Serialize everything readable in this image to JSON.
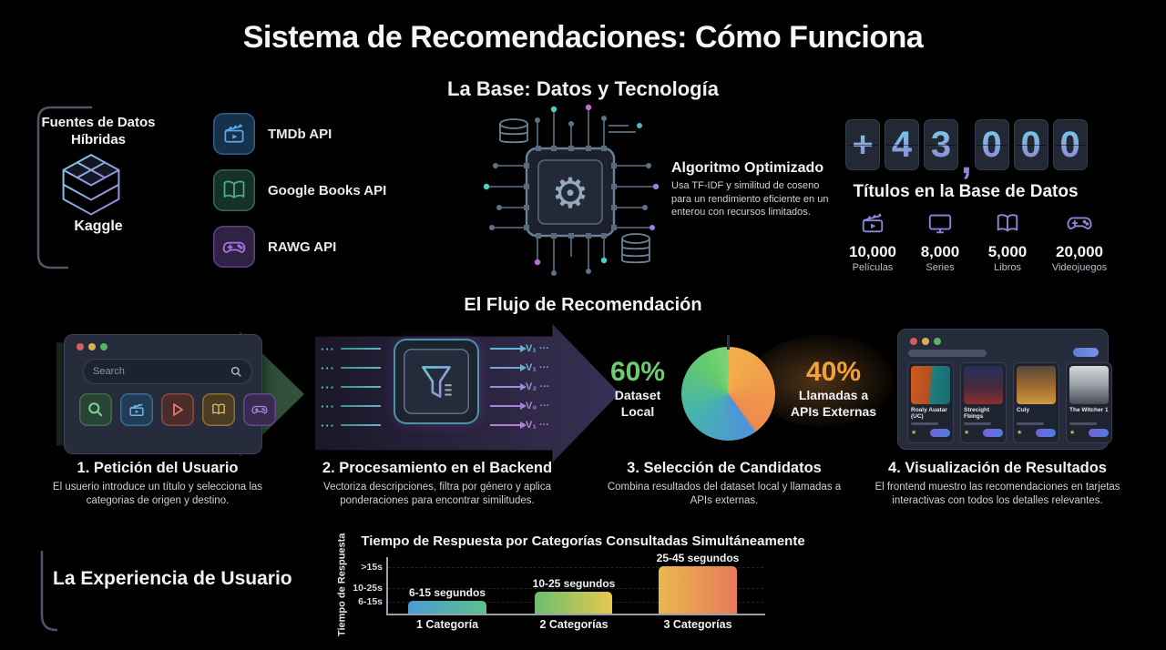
{
  "palette": {
    "background": "#010101",
    "accent_green": "#6ecb72",
    "accent_orange": "#f2a13c",
    "accent_teal": "#4dd0c4",
    "accent_purple": "#9b7fe0",
    "accent_blue": "#5aa7e8",
    "tile_background": "#262b3a"
  },
  "header": {
    "title": "Sistema de Recomendaciones: Cómo Funciona"
  },
  "base": {
    "heading": "La Base: Datos y Tecnología",
    "sources": {
      "title": "Fuentes de Datos Híbridas",
      "dataset_label": "Kaggle",
      "apis": [
        {
          "label": "TMDb API"
        },
        {
          "label": "Google Books API"
        },
        {
          "label": "RAWG API"
        }
      ]
    },
    "algorithm": {
      "title": "Algoritmo Optimizado",
      "description": "Usa TF-IDF y similitud de coseno para un rendimiento eficiente en un enterou con recursos limitados."
    },
    "counter": {
      "value": "+43,000",
      "digits": [
        "+",
        "4",
        "3",
        "0",
        "0",
        "0"
      ],
      "comma": ",",
      "caption": "Títulos en la Base de Datos",
      "stats": [
        {
          "value": "10,000",
          "label": "Películas",
          "icon": "clapperboard-icon"
        },
        {
          "value": "8,000",
          "label": "Series",
          "icon": "tv-icon"
        },
        {
          "value": "5,000",
          "label": "Libros",
          "icon": "book-icon"
        },
        {
          "value": "20,000",
          "label": "Videojuegos",
          "icon": "gamepad-icon"
        }
      ]
    }
  },
  "flow": {
    "heading": "El Flujo de Recomendación",
    "steps": [
      {
        "title": "1. Petición del Usuario",
        "description": "El usuerio introduce un título y selecciona las categorias de origen y destino."
      },
      {
        "title": "2. Procesamiento en el Backend",
        "description": "Vectoriza descripciones, filtra por género y aplica ponderaciones para encontrar similitudes."
      },
      {
        "title": "3. Selección de Candidatos",
        "description": "Combina resultados del dataset local y llamadas a APIs externas."
      },
      {
        "title": "4. Visualización de Resultados",
        "description": "El frontend muestro las recomendaciones en tarjetas interactivas con todos los detalles relevantes."
      }
    ],
    "step1": {
      "search_placeholder": "Search"
    },
    "step2": {
      "input_dots": "···",
      "outputs": [
        "V₁ ···",
        "V₁ ···",
        "V₂ ···",
        "V₀ ···",
        "V₁ ···"
      ]
    },
    "step3": {
      "local_pct": "60%",
      "local_label_1": "Dataset",
      "local_label_2": "Local",
      "api_pct": "40%",
      "api_label_1": "Llamadas a",
      "api_label_2": "APIs Externas"
    },
    "step4": {
      "cards": [
        {
          "title": "Roaly Auatar (UC)"
        },
        {
          "title": "Strecight Fbings"
        },
        {
          "title": "Culy"
        },
        {
          "title": "The Witcher 1"
        }
      ]
    }
  },
  "experience": {
    "heading": "La Experiencia de Usuario"
  },
  "chart_data": [
    {
      "type": "pie",
      "title": "Selección de Candidatos",
      "slices": [
        {
          "label": "Dataset Local",
          "value": 60,
          "color": "#6ecb72"
        },
        {
          "label": "Llamadas a APIs Externas",
          "value": 40,
          "color": "#f2a13c"
        }
      ],
      "legend_position": "sides"
    },
    {
      "type": "bar",
      "title": "Tiempo de Respuesta por Categorías Consultadas Simultáneamente",
      "categories": [
        "1 Categoría",
        "2 Categorías",
        "3 Categorías"
      ],
      "values": [
        [
          6,
          15
        ],
        [
          10,
          25
        ],
        [
          25,
          45
        ]
      ],
      "bar_labels": [
        "6-15 segundos",
        "10-25 segundos",
        "25-45 segundos"
      ],
      "bar_colors": [
        "#4a9bd5 → #5fbf8a",
        "#6abf6e → #e8c84f",
        "#e8b84f → #e8795a"
      ],
      "ylabel": "Tiempo de Respuesta",
      "yticks": [
        "6-15s",
        "10-25s",
        ">15s"
      ],
      "xlabel": "",
      "grid": true,
      "legend": false
    }
  ]
}
